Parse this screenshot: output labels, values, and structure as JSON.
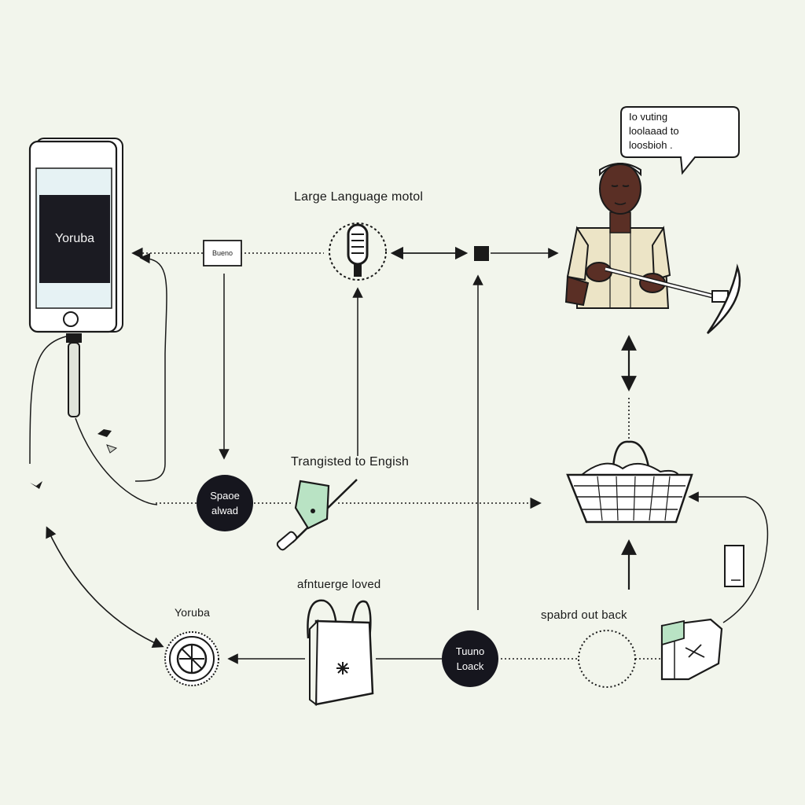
{
  "labels": {
    "phone_screen": "Yoruba",
    "llm": "Large Language motol",
    "small_box": "Bueno",
    "speech_bubble": [
      "Io vuting",
      "loolaaad to",
      "loosbioh ."
    ],
    "translated": "Trangisted to Engish",
    "space_node": [
      "Spaoe",
      "alwad"
    ],
    "language_loved": "afntuerge loved",
    "yoruba_bottom": "Yoruba",
    "tuning_node": [
      "Tuuno",
      "Loack"
    ],
    "spoken_back": "spabrd out back"
  },
  "colors": {
    "background": "#f2f5ec",
    "ink": "#1a1a1a",
    "node_fill": "#16161e",
    "accent_green": "#b9e3c4",
    "skin": "#5a2f25",
    "shirt": "#ece4c6",
    "phone_screen_frame": "#e6f2f4"
  },
  "icons": [
    "phone-icon",
    "microphone-icon",
    "farmer-figure",
    "hoe-icon",
    "basket-icon",
    "shovel-icon",
    "shopping-bag-icon",
    "seal-icon",
    "dotted-circle-icon",
    "box-icon",
    "card-icon"
  ]
}
